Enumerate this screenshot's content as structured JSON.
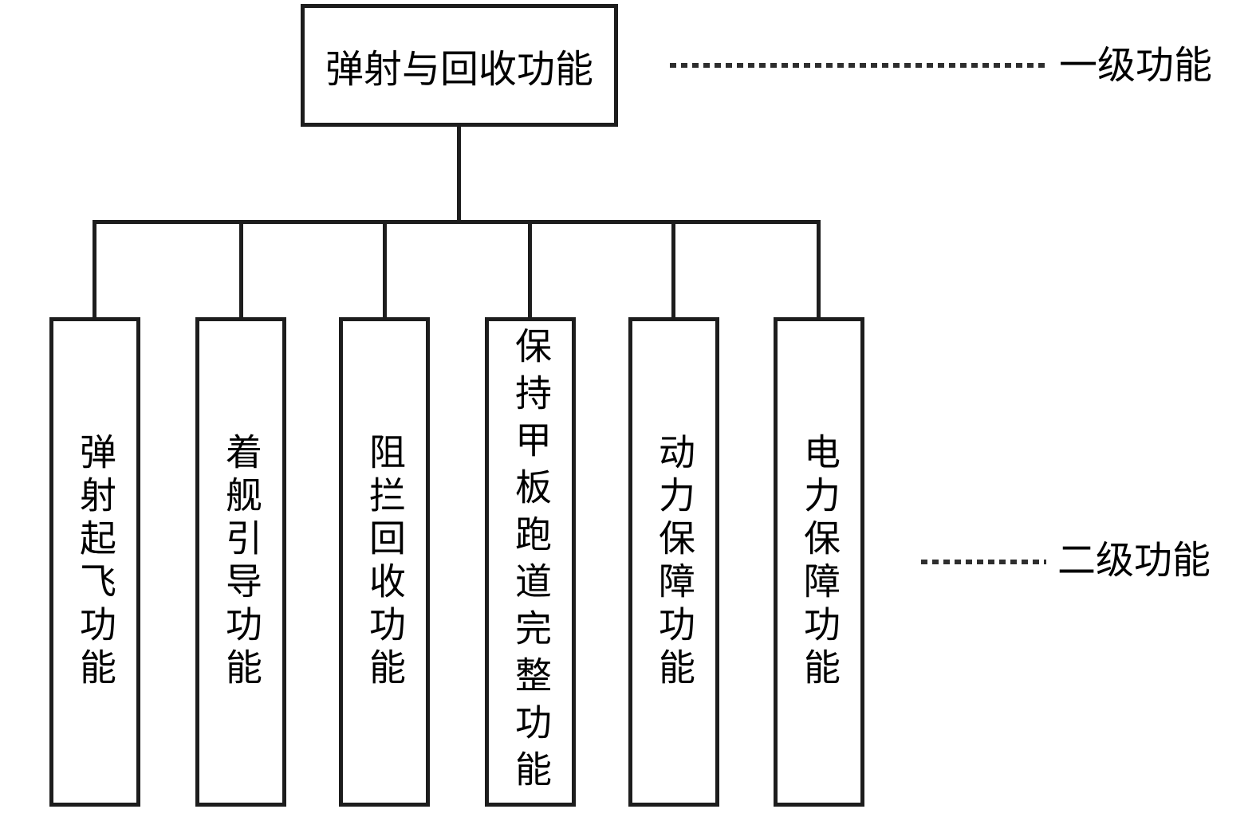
{
  "diagram": {
    "title_hint": "function hierarchy tree",
    "root": {
      "label": "弹射与回收功能"
    },
    "children": [
      {
        "label": "弹射起飞功能"
      },
      {
        "label": "着舰引导功能"
      },
      {
        "label": "阻拦回收功能"
      },
      {
        "label": "保持甲板跑道完整功能"
      },
      {
        "label": "动力保障功能"
      },
      {
        "label": "电力保障功能"
      }
    ],
    "legend": [
      {
        "label": "一级功能",
        "line_style": "dotted"
      },
      {
        "label": "二级功能",
        "line_style": "dotted"
      }
    ],
    "colors": {
      "line": "#1d1d1d",
      "dotted_line": "#2e2e2e",
      "background": "#ffffff",
      "text": "#000000"
    }
  }
}
